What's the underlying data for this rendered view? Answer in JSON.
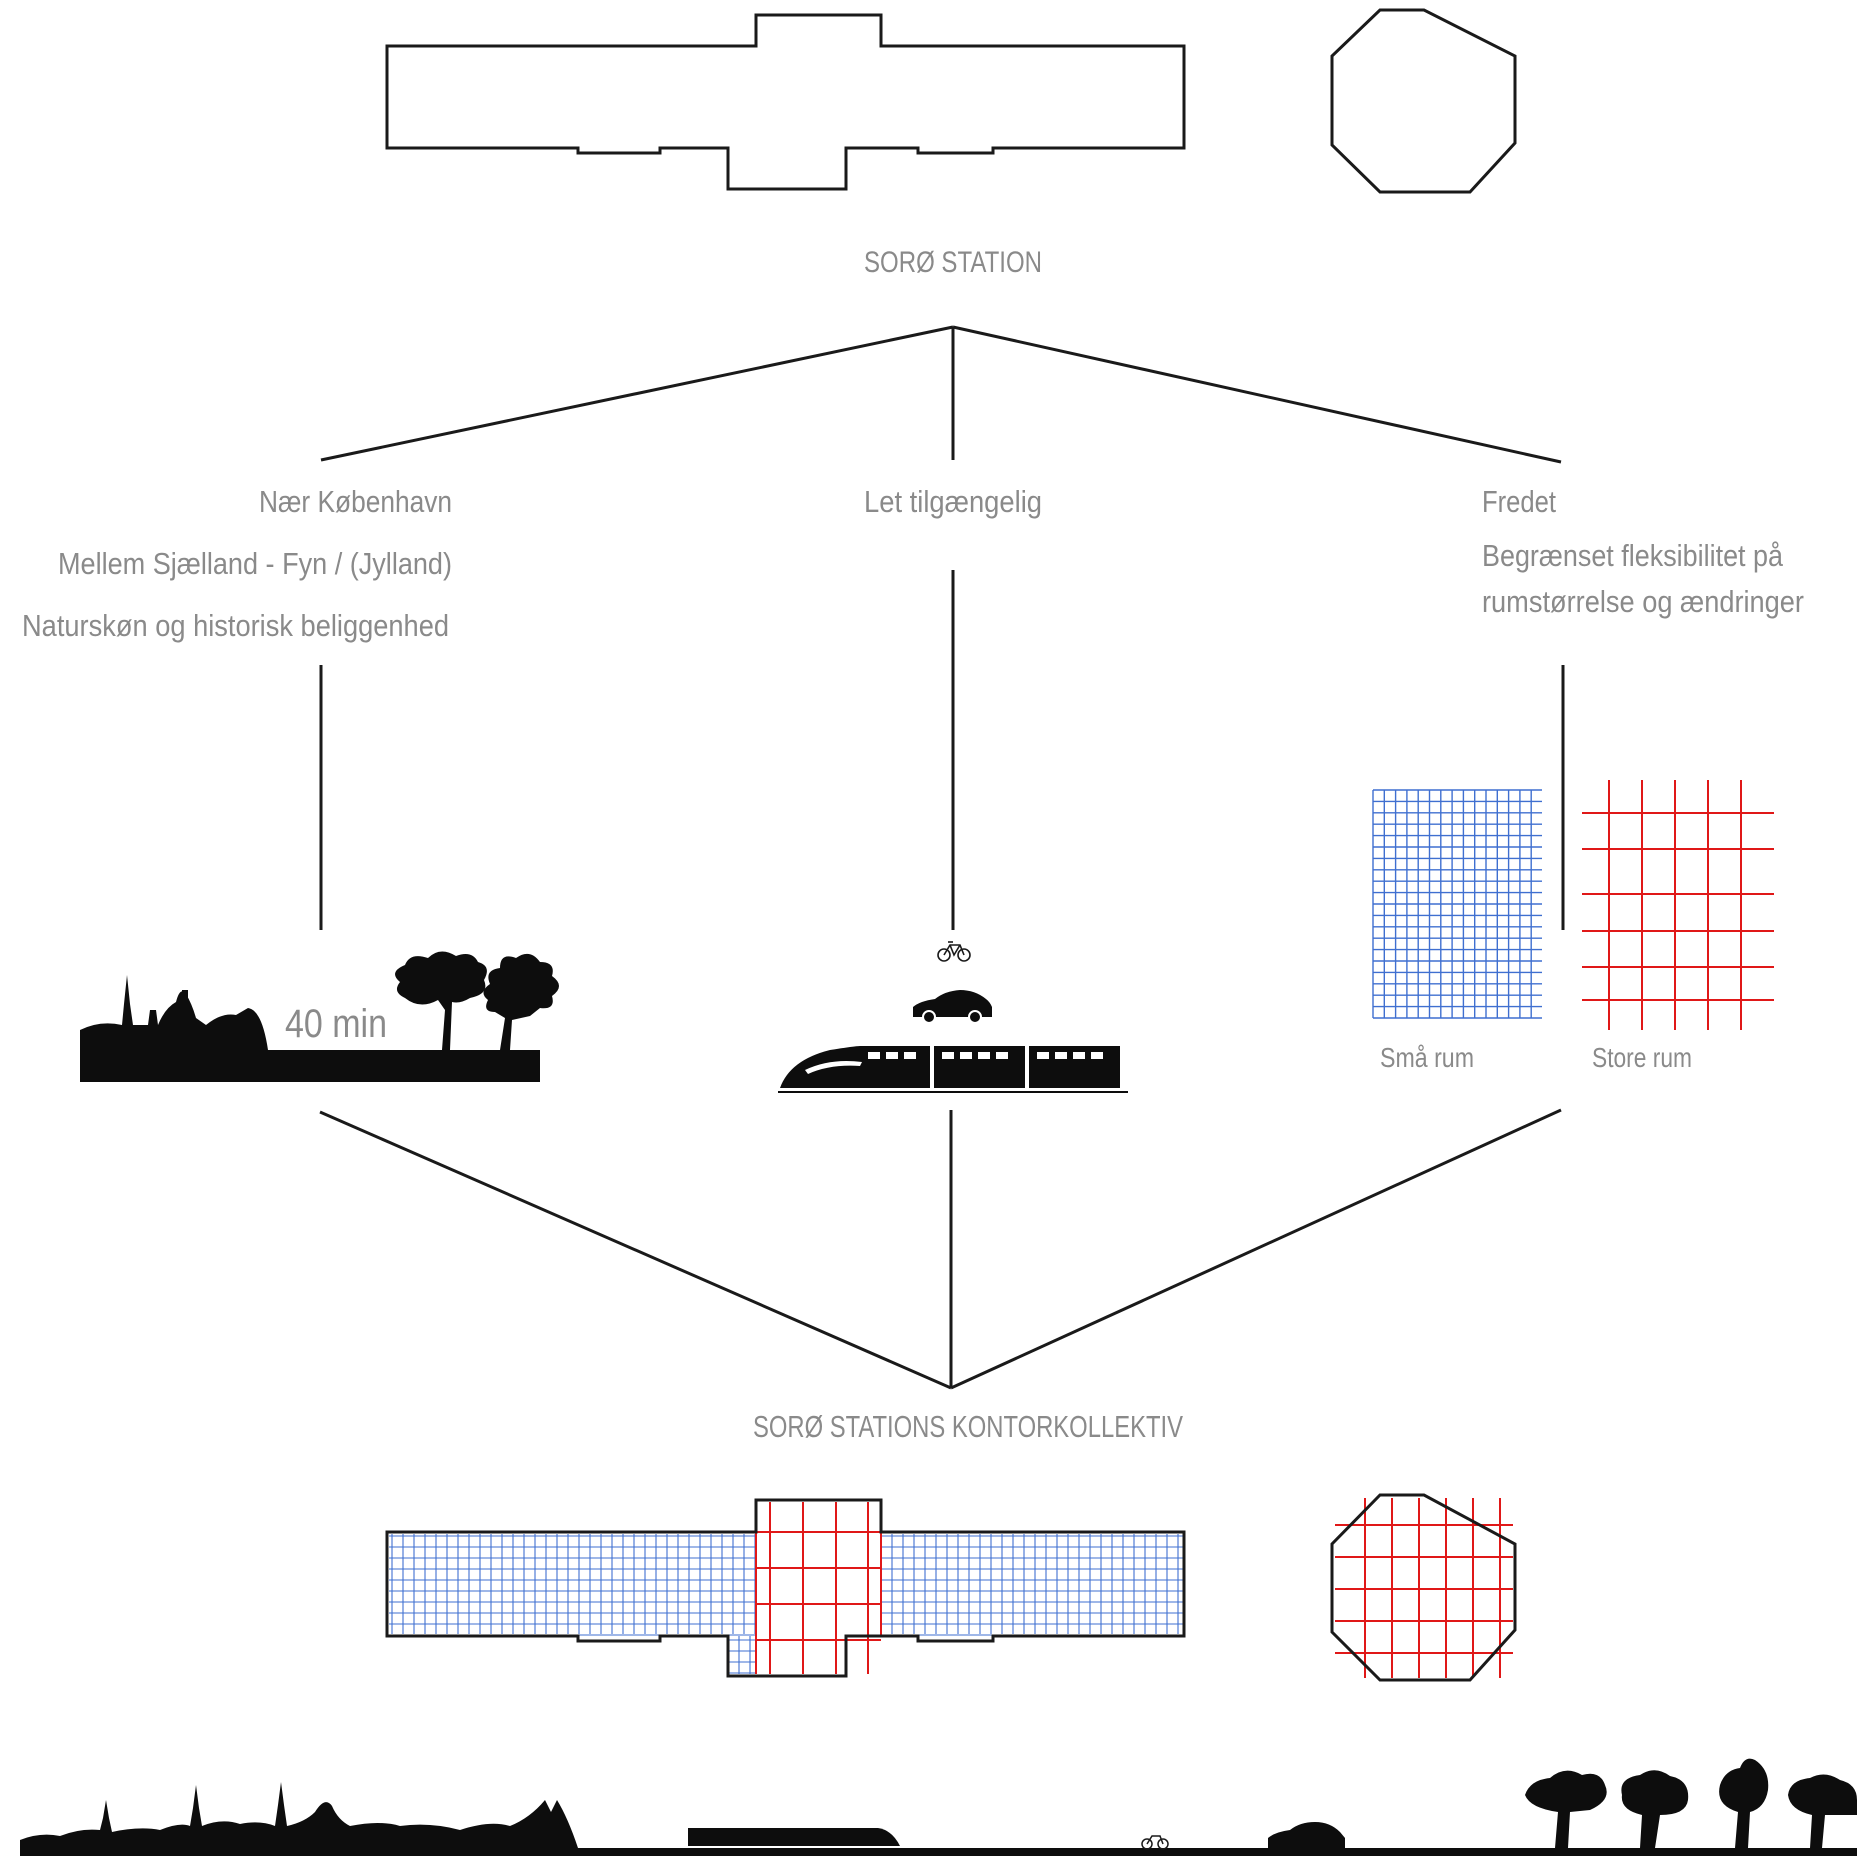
{
  "title_top": "SORØ STATION",
  "title_bottom": "SORØ STATIONS KONTORKOLLEKTIV",
  "left": {
    "lines": [
      "Nær København",
      "Mellem Sjælland - Fyn / (Jylland)",
      "Naturskøn og historisk beliggenhed"
    ],
    "travel_time": "40 min"
  },
  "center": {
    "line": "Let tilgængelig"
  },
  "right": {
    "heading": "Fredet",
    "description": [
      "Begrænset fleksibilitet på",
      "rumstørrelse og ændringer"
    ],
    "small_rooms_label": "Små rum",
    "large_rooms_label": "Store rum"
  },
  "colors": {
    "outline": "#1a1a1a",
    "label_gray": "#8a8a8a",
    "small_grid_blue": "#3f6fd0",
    "large_grid_red": "#e01818",
    "silhouette": "#0d0d0d"
  },
  "icons": [
    "bicycle-icon",
    "car-icon",
    "train-icon",
    "city-skyline-icon",
    "tree-icon"
  ]
}
